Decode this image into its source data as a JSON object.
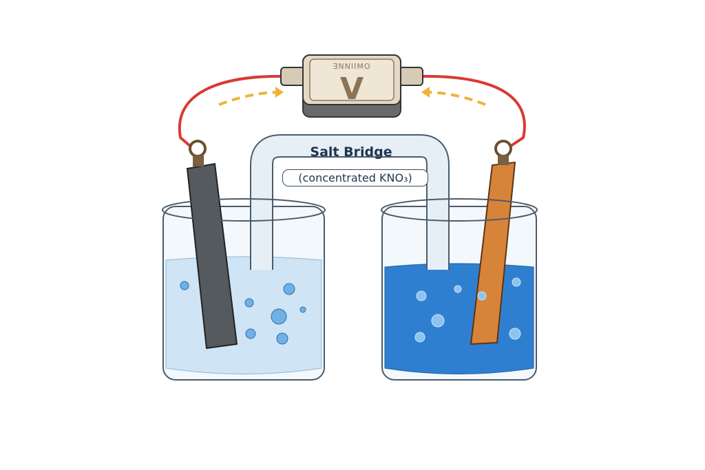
{
  "voltmeter": {
    "brand_text": "ƎNNIIMO",
    "symbol": "V"
  },
  "salt_bridge": {
    "title": "Salt Bridge",
    "subtitle": "(concentrated KNO₃)"
  },
  "colors": {
    "wire": "#d93a33",
    "arrow": "#f2b233",
    "left_solution": "#cfe4f4",
    "right_solution": "#2f7fd0",
    "zinc": "#555a5f",
    "copper": "#d8833a"
  }
}
